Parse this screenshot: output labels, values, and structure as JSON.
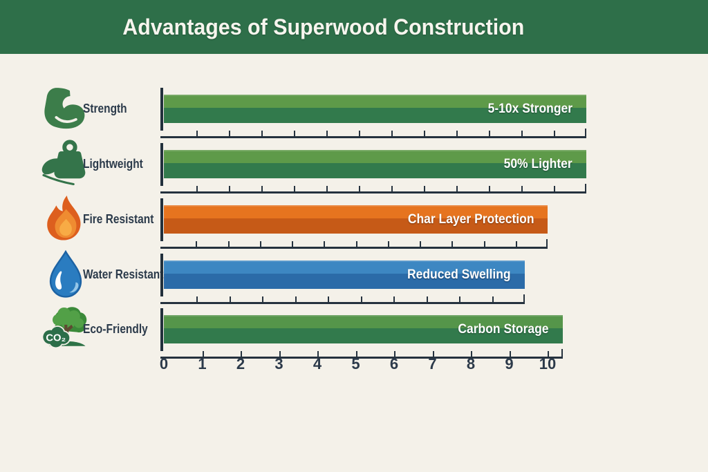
{
  "header": {
    "title": "Advantages of Superwood Construction"
  },
  "chart_data": {
    "type": "bar",
    "orientation": "horizontal",
    "title": "Advantages of Superwood Construction",
    "categories": [
      "Strength",
      "Lightweight",
      "Fire Resistant",
      "Water Resistant",
      "Eco-Friendly"
    ],
    "values": [
      11,
      11,
      10,
      9.4,
      10.4
    ],
    "bar_annotations": [
      "5-10x Stronger",
      "50% Lighter",
      "Char Layer Protection",
      "Reduced Swelling",
      "Carbon Storage"
    ],
    "bar_colors": [
      "#327a4c",
      "#327a4c",
      "#c65a17",
      "#2b6ba8",
      "#327a4c"
    ],
    "xlabel": "",
    "ylabel": "",
    "xlim": [
      0,
      10
    ],
    "x_tick_labels": [
      "0",
      "1",
      "2",
      "3",
      "4",
      "5",
      "6",
      "7",
      "8",
      "9",
      "10"
    ],
    "grid": false,
    "legend": "none"
  },
  "rows": [
    {
      "label": "Strength",
      "icon": "bicep-icon",
      "bar_label": "5-10x Stronger",
      "value": 11,
      "color_top": "#5e9a49",
      "color_bottom": "#327a4c"
    },
    {
      "label": "Lightweight",
      "icon": "weight-feather-icon",
      "bar_label": "50% Lighter",
      "value": 11,
      "color_top": "#5e9a49",
      "color_bottom": "#327a4c"
    },
    {
      "label": "Fire Resistant",
      "icon": "flame-icon",
      "bar_label": "Char Layer Protection",
      "value": 10,
      "color_top": "#e6741f",
      "color_bottom": "#c65a17"
    },
    {
      "label": "Water Resistant",
      "icon": "water-drop-icon",
      "bar_label": "Reduced Swelling",
      "value": 9.4,
      "color_top": "#3d87c2",
      "color_bottom": "#2b6ba8"
    },
    {
      "label": "Eco-Friendly",
      "icon": "tree-co2-icon",
      "bar_label": "Carbon Storage",
      "value": 10.4,
      "color_top": "#55954a",
      "color_bottom": "#327a4c",
      "icon_text": "CO₂",
      "number_axis": true
    }
  ],
  "axis": {
    "tick_labels": [
      "0",
      "1",
      "2",
      "3",
      "4",
      "5",
      "6",
      "7",
      "8",
      "9",
      "10"
    ]
  },
  "colors": {
    "background": "#f4f1e9",
    "header_bg": "#2e6f49",
    "title_text": "#f7f5ee",
    "label_text": "#2c3b4b",
    "axis": "#25323e",
    "bar_text": "#ffffff",
    "green_top": "#5e9a49",
    "green_bottom": "#327a4c",
    "orange_top": "#e6741f",
    "orange_bottom": "#c65a17",
    "blue_top": "#3d87c2",
    "blue_bottom": "#2b6ba8"
  }
}
